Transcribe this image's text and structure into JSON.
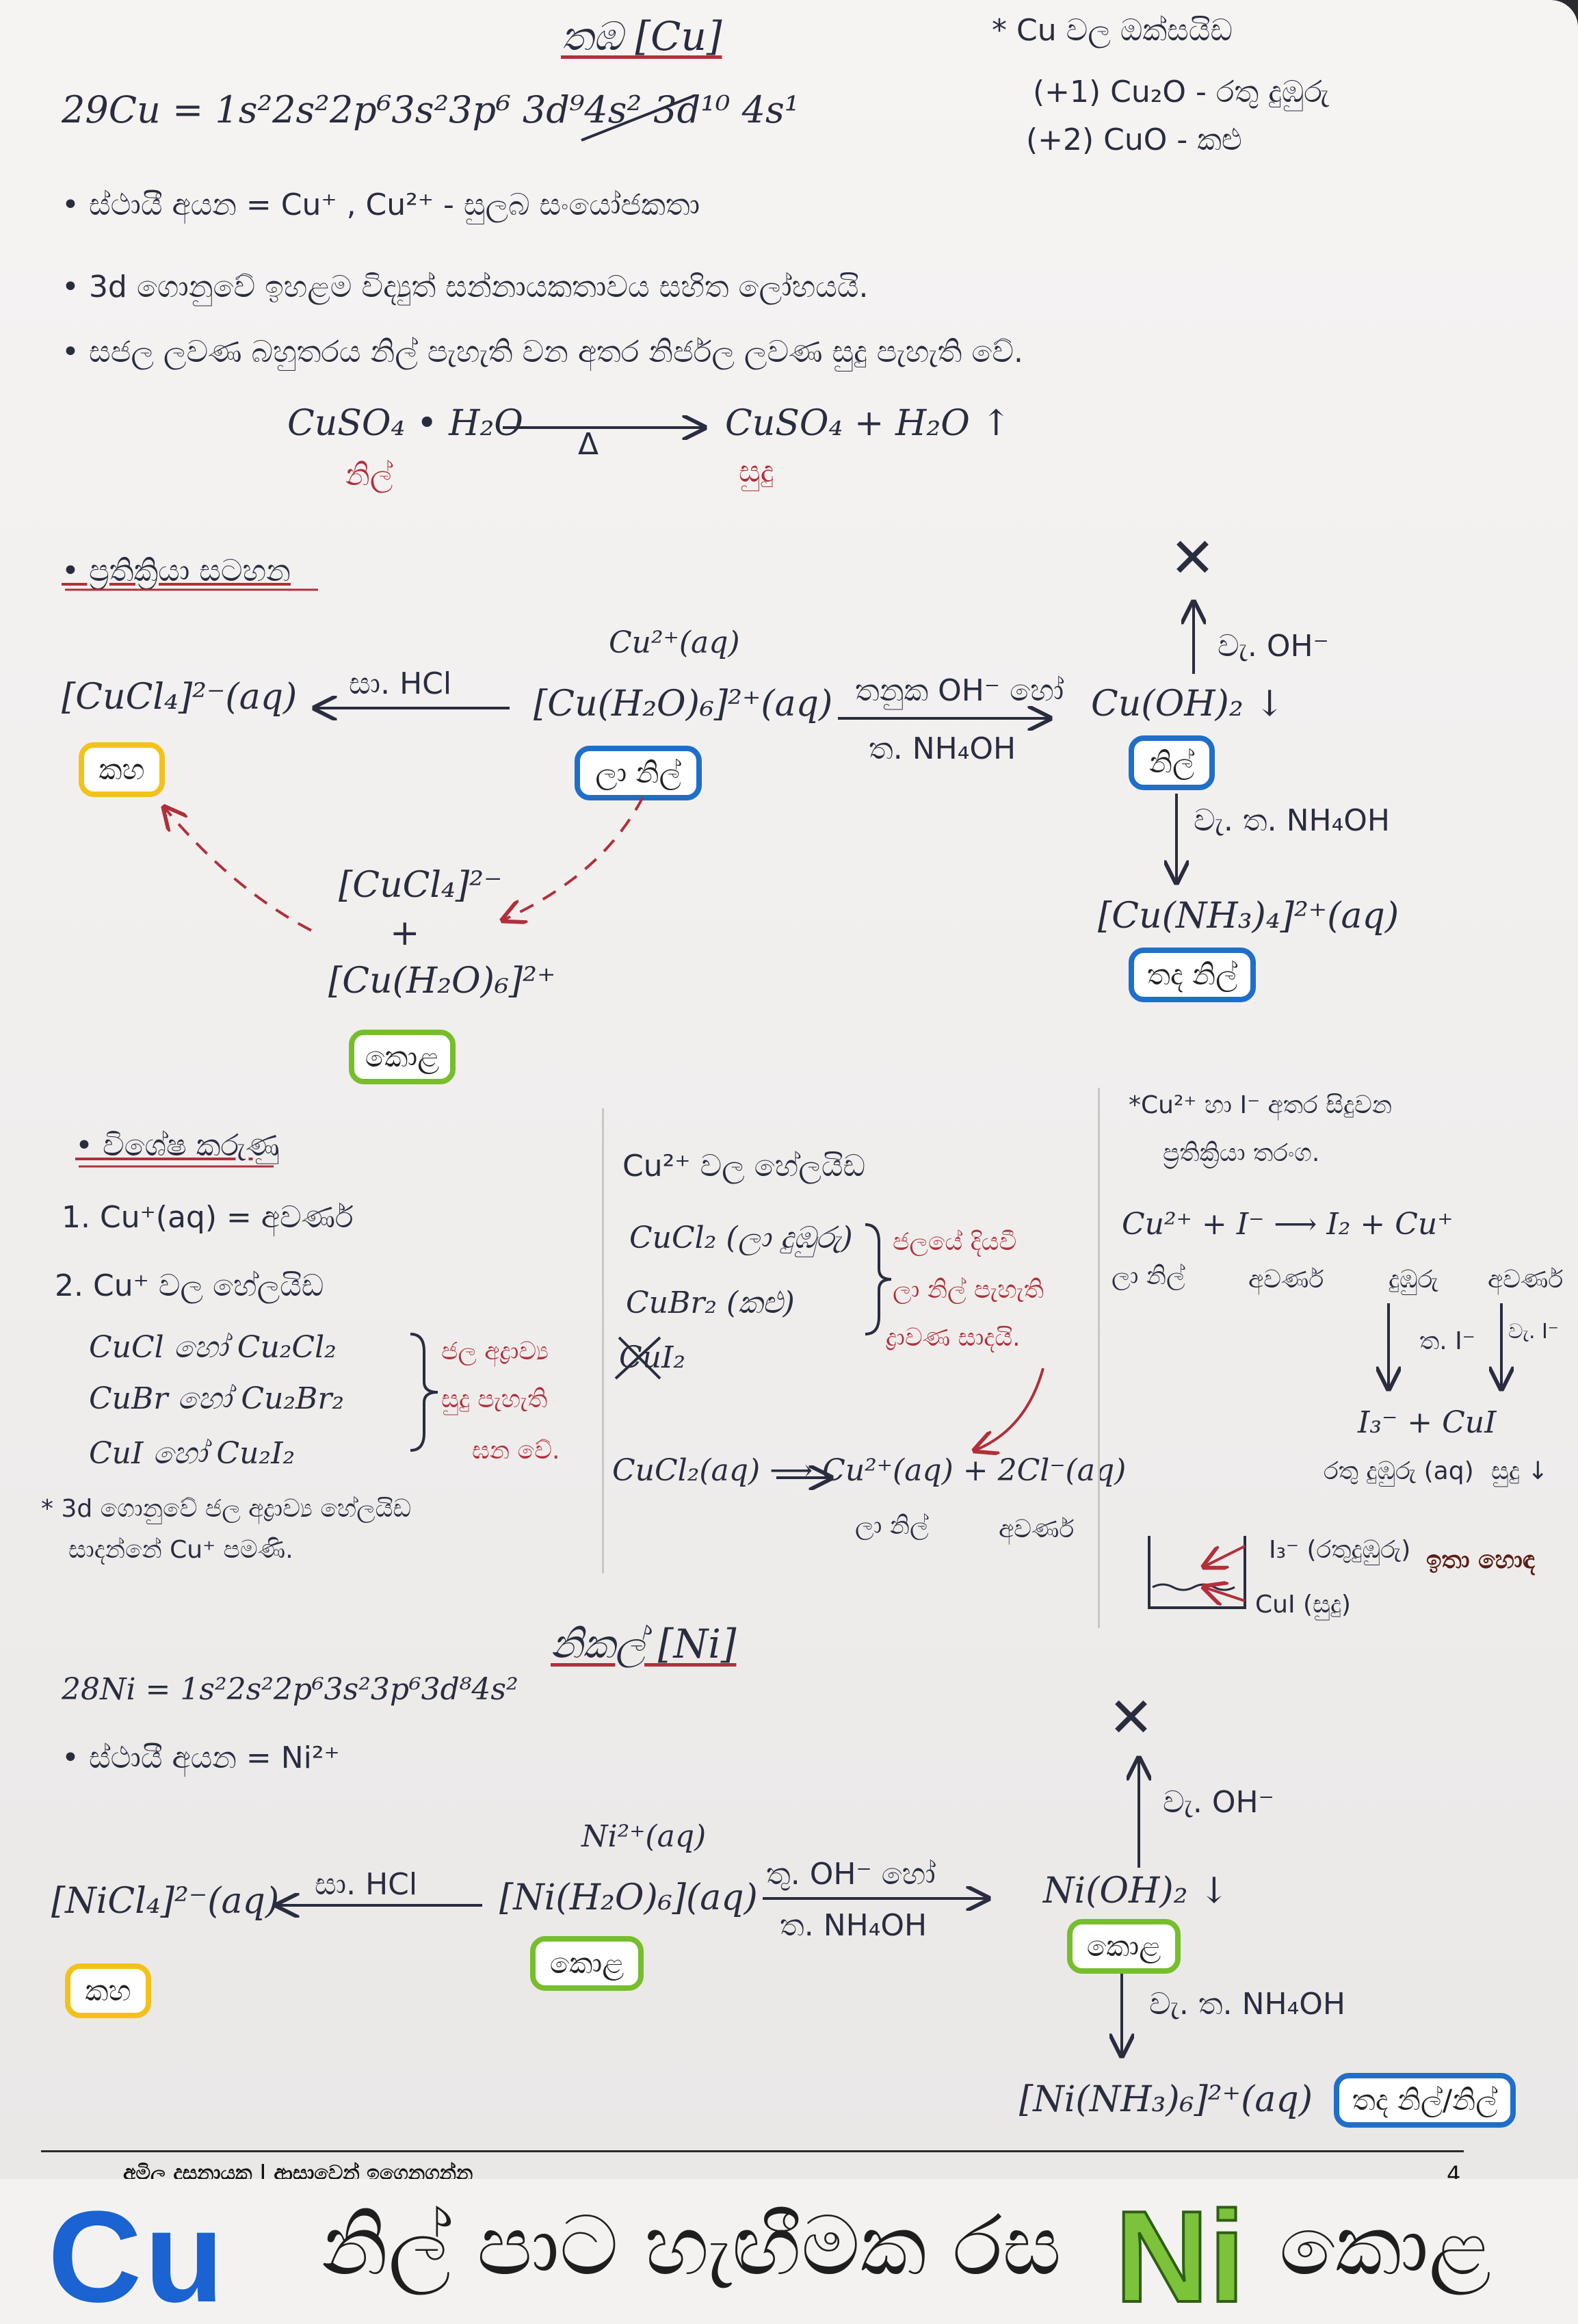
{
  "copper": {
    "title": "තඹ [Cu]",
    "config": "29Cu = 1s²2s²2p⁶3s²3p⁶ 3d⁹4s² 3d¹⁰ 4s¹",
    "stable_ions": "• ස්ථායී අයන = Cu⁺ , Cu²⁺ - සුලබ සංයෝජකතා",
    "note_3d": "• 3d ගොනුවේ ඉහළම විද්‍යුත් සන්නායකතාවය සහිත ලෝහයයි.",
    "note_crystals": "• සජල ලවණ බහුතරය නිල් පැහැති වන අතර නිර්ජල ලවණ සුදු පැහැති වේ.",
    "dehydration": {
      "reactant": "CuSO₄ • H₂O",
      "reactant_color": "නිල්",
      "condition": "Δ",
      "product": "CuSO₄  +  H₂O ↑",
      "product_color": "සුදු"
    },
    "oxides": {
      "heading": "* Cu වල ඔක්සයිඩ",
      "plus1": "(+1)  Cu₂O - රතු දුඹුරු",
      "plus2": "(+2)  CuO  - කළු"
    },
    "reaction_heading": "• ප්‍රතික්‍රියා සටහන",
    "reactions": {
      "center_ion": "Cu²⁺(aq)",
      "center": "[Cu(H₂O)₆]²⁺(aq)",
      "center_color": "ලා නිල්",
      "left": "[CuCl₄]²⁻(aq)",
      "left_color": "කහ",
      "left_reagent": "සා. HCl",
      "right_reagent_top": "තනුක OH⁻ හෝ",
      "right_reagent_bot": "ත. NH₄OH",
      "right": "Cu(OH)₂ ↓",
      "right_color": "නිල්",
      "up_reagent": "වැ. OH⁻",
      "up_mark": "✕",
      "down_reagent": "වැ. ත. NH₄OH",
      "complex": "[Cu(NH₃)₄]²⁺(aq)",
      "complex_color": "තද නිල්",
      "mix_a": "[CuCl₄]²⁻",
      "mix_plus": "+",
      "mix_b": "[Cu(H₂O)₆]²⁺",
      "mix_color": "කොළ"
    },
    "special": {
      "heading": "• විශේෂ කරුණු",
      "l1": "1. Cu⁺(aq) = අවර්ණ",
      "l2": "2. Cu⁺ වල හේලයිඩ",
      "h1": "CuCl හෝ Cu₂Cl₂",
      "h2": "CuBr හෝ Cu₂Br₂",
      "h3": "CuI හෝ Cu₂I₂",
      "brace_note_1": "ජල අද්‍රාව්‍ය",
      "brace_note_2": "සුදු පැහැති",
      "brace_note_3": "ඝන වේ.",
      "note_a": "* 3d ගොනුවේ ජල අද්‍රාව්‍ය හේලයිඩ",
      "note_b": "සාදන්නේ Cu⁺ පමණි."
    },
    "cu2_halides": {
      "heading": "Cu²⁺ වල හේලයිඩ",
      "h1": "CuCl₂ (ලා දුඹුරු)",
      "h2": "CuBr₂ (කළු)",
      "h3": "CuI₂",
      "note_1": "ජලයේ දියවී",
      "note_2": "ලා නිල් පැහැති",
      "note_3": "ද්‍රාවණ සාදයි.",
      "equation": "CuCl₂(aq) ⟶ Cu²⁺(aq) + 2Cl⁻(aq)",
      "label_a": "ලා නිල්",
      "label_b": "අවර්ණ"
    },
    "iodide": {
      "heading_a": "*Cu²⁺ හා I⁻ අතර සිදුවන",
      "heading_b": "ප්‍රතික්‍රියා තරංග.",
      "equation": "Cu²⁺ + I⁻ ⟶ I₂ + Cu⁺",
      "c1": "ලා නිල්",
      "c2": "අවර්ණ",
      "c3": "දුඹුරු",
      "c4": "අවර්ණ",
      "r1": "ත. I⁻",
      "r2": "වැ. I⁻",
      "products": "I₃⁻  +  CuI",
      "p1": "රතු දුඹුරු (aq)",
      "p2": "සුදු ↓",
      "beaker_1": "I₃⁻ (රතුදුඹුරු)",
      "beaker_2": "CuI (සුදු)",
      "beaker_note": "ඉතා හොඳ"
    }
  },
  "nickel": {
    "title": "නිකල් [Ni]",
    "config": "28Ni = 1s²2s²2p⁶3s²3p⁶3d⁸4s²",
    "stable_ions": "• ස්ථායී අයන = Ni²⁺",
    "center_ion": "Ni²⁺(aq)",
    "center": "[Ni(H₂O)₆](aq)",
    "center_color": "කොළ",
    "left": "[NiCl₄]²⁻(aq)",
    "left_color": "කහ",
    "left_reagent": "සා. HCl",
    "right_reagent_top": "තු. OH⁻ හෝ",
    "right_reagent_bot": "ත. NH₄OH",
    "right": "Ni(OH)₂ ↓",
    "right_color": "කොළ",
    "up_reagent": "වැ. OH⁻",
    "up_mark": "✕",
    "down_reagent": "වැ. ත. NH₄OH",
    "complex": "[Ni(NH₃)₆]²⁺(aq)",
    "complex_color": "තද නිල්/නිල්"
  },
  "footer": {
    "author": "අමිල දසනායක | ආසාවෙන් ඉගෙනගන්න",
    "page": "4",
    "cu": "Cu",
    "middle": "නිල් පාට හැඟීමක රස",
    "ni": "Ni",
    "ni_word": "කොළ"
  },
  "colors": {
    "ink": "#2a2c3f",
    "red": "#b0303a",
    "yellow": "#f3c21a",
    "blue": "#1f6fc9",
    "green": "#76be2c"
  }
}
